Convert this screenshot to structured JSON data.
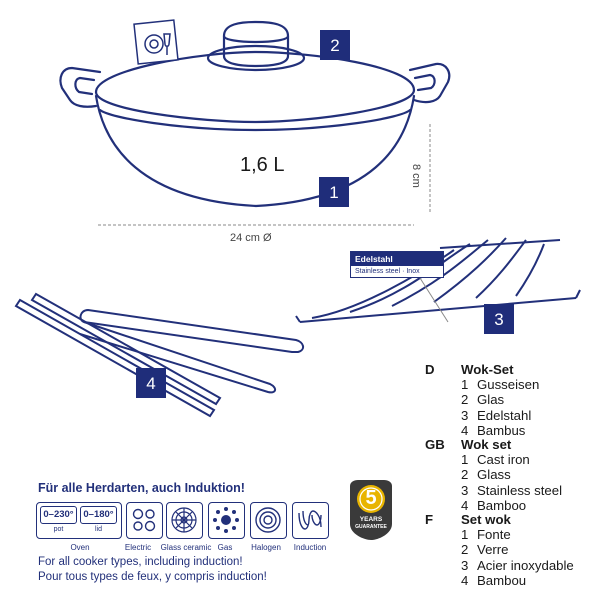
{
  "product": {
    "capacity": "1,6 L",
    "height": "8 cm",
    "diameter": "24 cm Ø",
    "rack_material_de": "Edelstahl",
    "rack_material_en_fr": "Stainless steel · Inox"
  },
  "markers": [
    "1",
    "2",
    "3",
    "4"
  ],
  "legend": [
    {
      "code": "D",
      "title": "Wok-Set",
      "items": [
        {
          "n": "1",
          "text": "Gusseisen"
        },
        {
          "n": "2",
          "text": "Glas"
        },
        {
          "n": "3",
          "text": "Edelstahl"
        },
        {
          "n": "4",
          "text": "Bambus"
        }
      ]
    },
    {
      "code": "GB",
      "title": "Wok set",
      "items": [
        {
          "n": "1",
          "text": "Cast iron"
        },
        {
          "n": "2",
          "text": "Glass"
        },
        {
          "n": "3",
          "text": "Stainless steel"
        },
        {
          "n": "4",
          "text": "Bamboo"
        }
      ]
    },
    {
      "code": "F",
      "title": "Set wok",
      "items": [
        {
          "n": "1",
          "text": "Fonte"
        },
        {
          "n": "2",
          "text": "Verre"
        },
        {
          "n": "3",
          "text": "Acier inoxydable"
        },
        {
          "n": "4",
          "text": "Bambou"
        }
      ]
    }
  ],
  "cooker": {
    "heading_de": "Für alle Herdarten, auch Induktion!",
    "oven_pot": "0–230°",
    "oven_pot_label": "pot",
    "oven_lid": "0–180°",
    "oven_lid_label": "lid",
    "labels": [
      "Oven",
      "Electric",
      "Glass ceramic",
      "Gas",
      "Halogen",
      "Induction"
    ],
    "footer_en": "For all cooker types, including induction!",
    "footer_fr": "Pour tous types de feux, y compris induction!"
  },
  "guarantee": {
    "number": "5",
    "line1": "YEARS",
    "line2": "GUARANTEE"
  },
  "colors": {
    "navy": "#1f2d7a",
    "line": "#22307a",
    "gold": "#e8b400"
  }
}
